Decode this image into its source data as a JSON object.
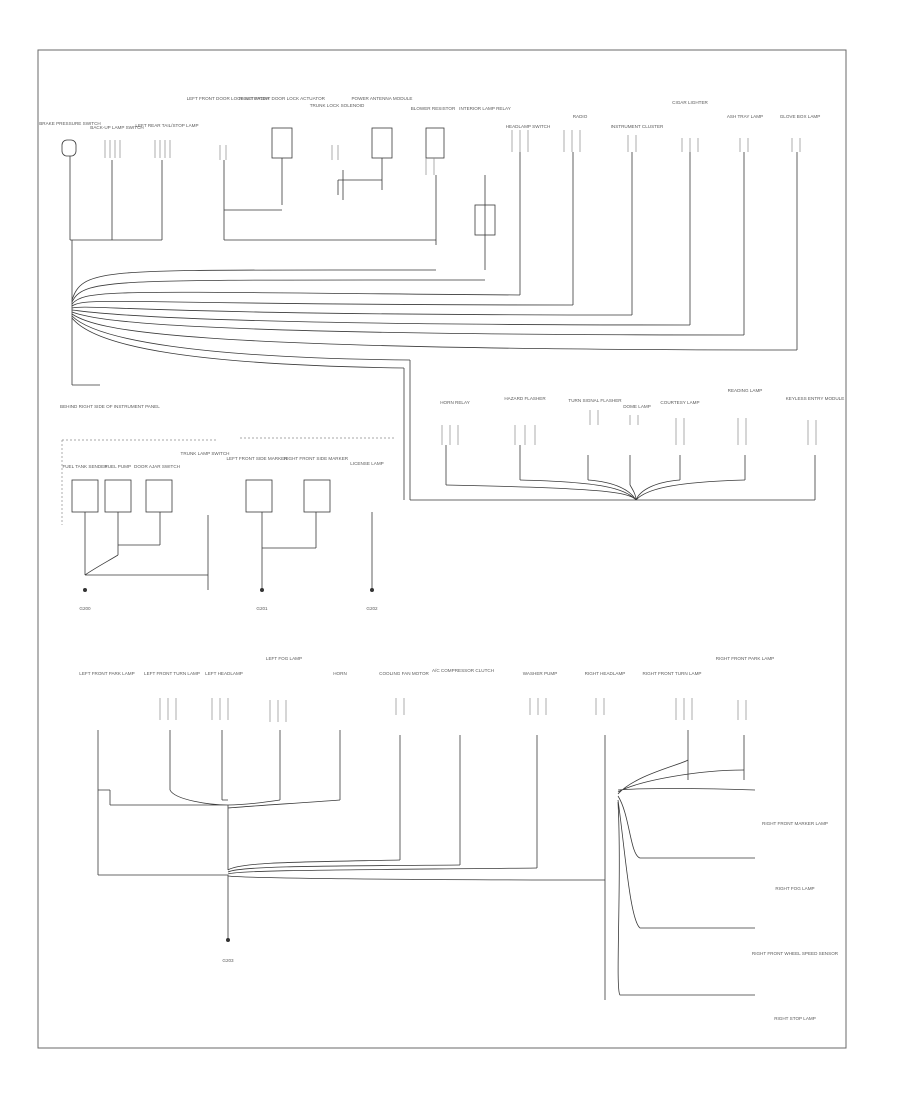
{
  "diagram": {
    "title": "GROUND DISTRIBUTION (2 of 3)",
    "header_center": "",
    "header_right": "",
    "footer_code": ""
  },
  "nodes": {
    "top_1": "BRAKE PRESSURE SWITCH",
    "top_2": "BACK-UP LAMP SWITCH",
    "top_3": "LEFT REAR TAIL/STOP LAMP",
    "top_4": "LEFT FRONT DOOR LOCK ACTUATOR",
    "top_5": "RIGHT FRONT DOOR LOCK ACTUATOR",
    "top_6": "TRUNK LOCK SOLENOID",
    "top_7": "POWER ANTENNA MODULE",
    "top_8": "BLOWER RESISTOR",
    "top_9": "INTERIOR LAMP RELAY",
    "top_10": "HEADLAMP SWITCH",
    "top_11": "RADIO",
    "top_12": "INSTRUMENT CLUSTER",
    "top_13": "CIGAR LIGHTER",
    "top_14": "ASH TRAY LAMP",
    "top_15": "GLOVE BOX LAMP",
    "mid_1": "HORN RELAY",
    "mid_2": "HAZARD FLASHER",
    "mid_3": "TURN SIGNAL FLASHER",
    "mid_4": "DOME LAMP",
    "mid_5": "COURTESY LAMP",
    "mid_6": "READING LAMP",
    "mid_7": "KEYLESS ENTRY MODULE",
    "fuel_1": "FUEL TANK SENDER",
    "fuel_2": "FUEL PUMP",
    "fuel_3": "DOOR AJAR SWITCH",
    "fuel_4": "TRUNK LAMP SWITCH",
    "side_1": "LEFT FRONT SIDE MARKER",
    "side_2": "RIGHT FRONT SIDE MARKER",
    "side_3": "LICENSE LAMP",
    "gnd_1": "G200",
    "gnd_2": "G201",
    "gnd_3": "G202",
    "gnd_4": "G203",
    "bot_1": "LEFT FRONT PARK LAMP",
    "bot_2": "LEFT FRONT TURN LAMP",
    "bot_3": "LEFT HEADLAMP",
    "bot_4": "LEFT FOG LAMP",
    "bot_5": "HORN",
    "bot_6": "COOLING FAN MOTOR",
    "bot_7": "A/C COMPRESSOR CLUTCH",
    "bot_8": "WASHER PUMP",
    "bot_9": "RIGHT HEADLAMP",
    "bot_10": "RIGHT FRONT TURN LAMP",
    "bot_11": "RIGHT FRONT PARK LAMP",
    "right_1": "RIGHT FRONT MARKER LAMP",
    "right_2": "RIGHT FOG LAMP",
    "right_3": "RIGHT FRONT WHEEL SPEED SENSOR",
    "right_4": "RIGHT STOP LAMP",
    "note": "BEHIND RIGHT SIDE OF INSTRUMENT PANEL"
  }
}
